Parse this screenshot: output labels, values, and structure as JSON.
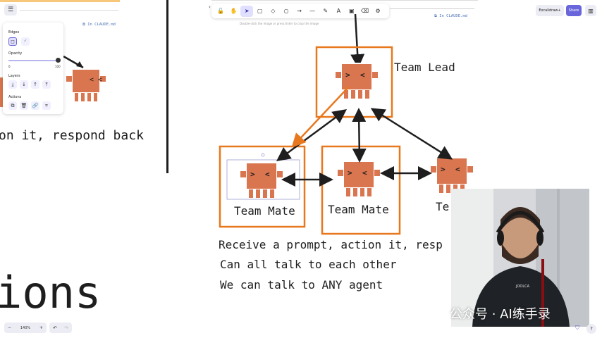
{
  "colors": {
    "accent": "#6965db",
    "box": "#e8781e",
    "agent": "#d9754f",
    "ink": "#1e1e1e"
  },
  "left_canvas": {
    "claude_tag": "⧉ In CLAUDE.md",
    "partial_text": "on it, respond back",
    "big_text": "ions"
  },
  "props_panel": {
    "edges_label": "Edges",
    "opacity_label": "Opacity",
    "opacity_min": "0",
    "opacity_max": "100",
    "layers_label": "Layers",
    "actions_label": "Actions"
  },
  "toolbar": {
    "tools": [
      {
        "name": "lock-icon",
        "glyph": "🔓"
      },
      {
        "name": "hand-icon",
        "glyph": "✋"
      },
      {
        "name": "selection-icon",
        "glyph": "➤"
      },
      {
        "name": "rectangle-icon",
        "glyph": "▢"
      },
      {
        "name": "diamond-icon",
        "glyph": "◇"
      },
      {
        "name": "ellipse-icon",
        "glyph": "○"
      },
      {
        "name": "arrow-icon",
        "glyph": "→"
      },
      {
        "name": "line-icon",
        "glyph": "—"
      },
      {
        "name": "pencil-icon",
        "glyph": "✎"
      },
      {
        "name": "text-icon",
        "glyph": "A"
      },
      {
        "name": "image-icon",
        "glyph": "▣"
      },
      {
        "name": "eraser-icon",
        "glyph": "⌫"
      },
      {
        "name": "extra-tools-icon",
        "glyph": "⚙"
      }
    ],
    "hint": "Double-click the image or press Enter to crop the image"
  },
  "top_right": {
    "library_label": "Excalidraw+",
    "share_label": "Share"
  },
  "diagram": {
    "claude_tag": "⧉ In CLAUDE.md",
    "lead_label": "Team Lead",
    "mate1_label": "Team Mate",
    "mate2_label": "Team Mate",
    "mate3_label": "Te",
    "lines": [
      "Receive a prompt, action it, resp",
      "Can all talk to each other",
      "We can talk to ANY agent"
    ]
  },
  "zoom": {
    "minus": "−",
    "value": "140%",
    "plus": "+"
  },
  "watermark": "公众号 · AI练手录",
  "webcam": {
    "shirt_text": "JOOLCA"
  }
}
